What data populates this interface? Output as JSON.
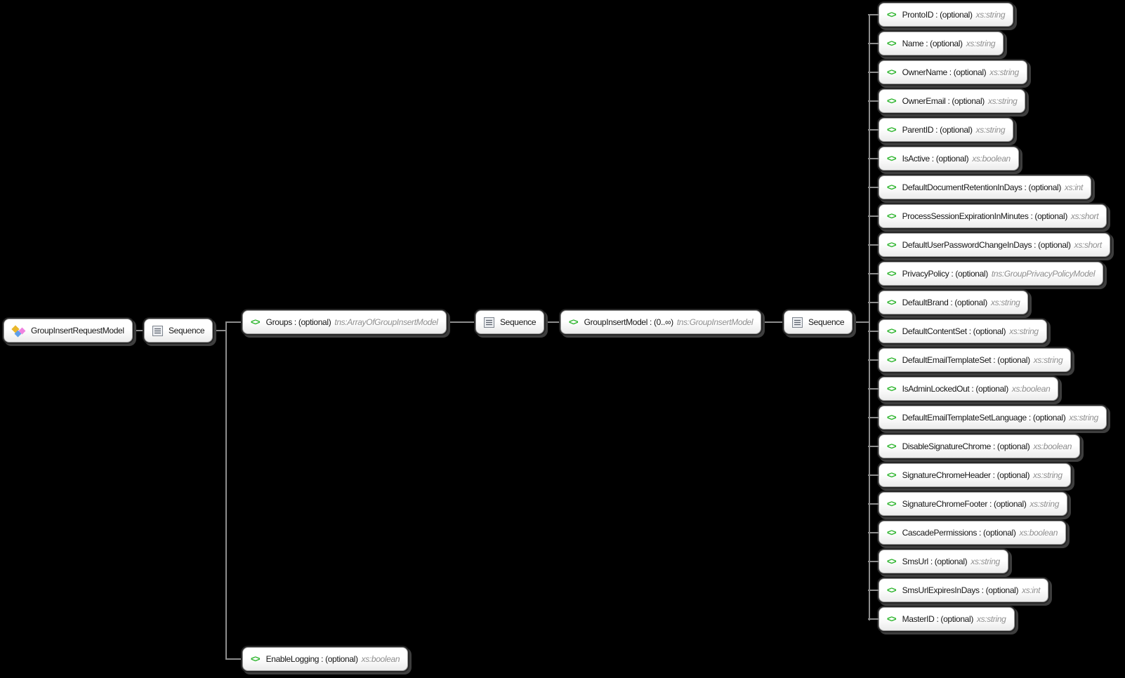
{
  "background": "#000000",
  "colors": {
    "node_background_top": "#ffffff",
    "node_background_bottom": "#ebebeb",
    "node_border": "#9d9d9d",
    "node_shadow": "#3e3e3e",
    "connector_line": "#8c8c8c",
    "label_text": "#161616",
    "type_text": "#8f8f8f",
    "element_icon_green": "#2db52d",
    "sequence_icon_gray": "#6a7280",
    "root_icon_gold": "#e9b72b",
    "root_icon_pink": "#ef82e0",
    "root_icon_blue": "#5f9fe8"
  },
  "icons": {
    "element_glyph": "<>",
    "root": "model-diamonds-icon",
    "sequence": "list-lines-icon"
  },
  "root": {
    "label": "GroupInsertRequestModel"
  },
  "sequence_label": "Sequence",
  "groups": {
    "label": "Groups : (optional)",
    "type": "tns:ArrayOfGroupInsertModel"
  },
  "group_insert_model": {
    "label": "GroupInsertModel : (0..∞)",
    "type": "tns:GroupInsertModel"
  },
  "enable_logging": {
    "label": "EnableLogging : (optional)",
    "type": "xs:boolean"
  },
  "fields": [
    {
      "label": "ProntoID : (optional)",
      "type": "xs:string"
    },
    {
      "label": "Name : (optional)",
      "type": "xs:string"
    },
    {
      "label": "OwnerName : (optional)",
      "type": "xs:string"
    },
    {
      "label": "OwnerEmail : (optional)",
      "type": "xs:string"
    },
    {
      "label": "ParentID : (optional)",
      "type": "xs:string"
    },
    {
      "label": "IsActive : (optional)",
      "type": "xs:boolean"
    },
    {
      "label": "DefaultDocumentRetentionInDays : (optional)",
      "type": "xs:int"
    },
    {
      "label": "ProcessSessionExpirationInMinutes : (optional)",
      "type": "xs:short"
    },
    {
      "label": "DefaultUserPasswordChangeInDays : (optional)",
      "type": "xs:short"
    },
    {
      "label": "PrivacyPolicy : (optional)",
      "type": "tns:GroupPrivacyPolicyModel"
    },
    {
      "label": "DefaultBrand : (optional)",
      "type": "xs:string"
    },
    {
      "label": "DefaultContentSet : (optional)",
      "type": "xs:string"
    },
    {
      "label": "DefaultEmailTemplateSet : (optional)",
      "type": "xs:string"
    },
    {
      "label": "IsAdminLockedOut : (optional)",
      "type": "xs:boolean"
    },
    {
      "label": "DefaultEmailTemplateSetLanguage : (optional)",
      "type": "xs:string"
    },
    {
      "label": "DisableSignatureChrome : (optional)",
      "type": "xs:boolean"
    },
    {
      "label": "SignatureChromeHeader : (optional)",
      "type": "xs:string"
    },
    {
      "label": "SignatureChromeFooter : (optional)",
      "type": "xs:string"
    },
    {
      "label": "CascadePermissions : (optional)",
      "type": "xs:boolean"
    },
    {
      "label": "SmsUrl : (optional)",
      "type": "xs:string"
    },
    {
      "label": "SmsUrlExpiresInDays : (optional)",
      "type": "xs:int"
    },
    {
      "label": "MasterID : (optional)",
      "type": "xs:string"
    }
  ]
}
